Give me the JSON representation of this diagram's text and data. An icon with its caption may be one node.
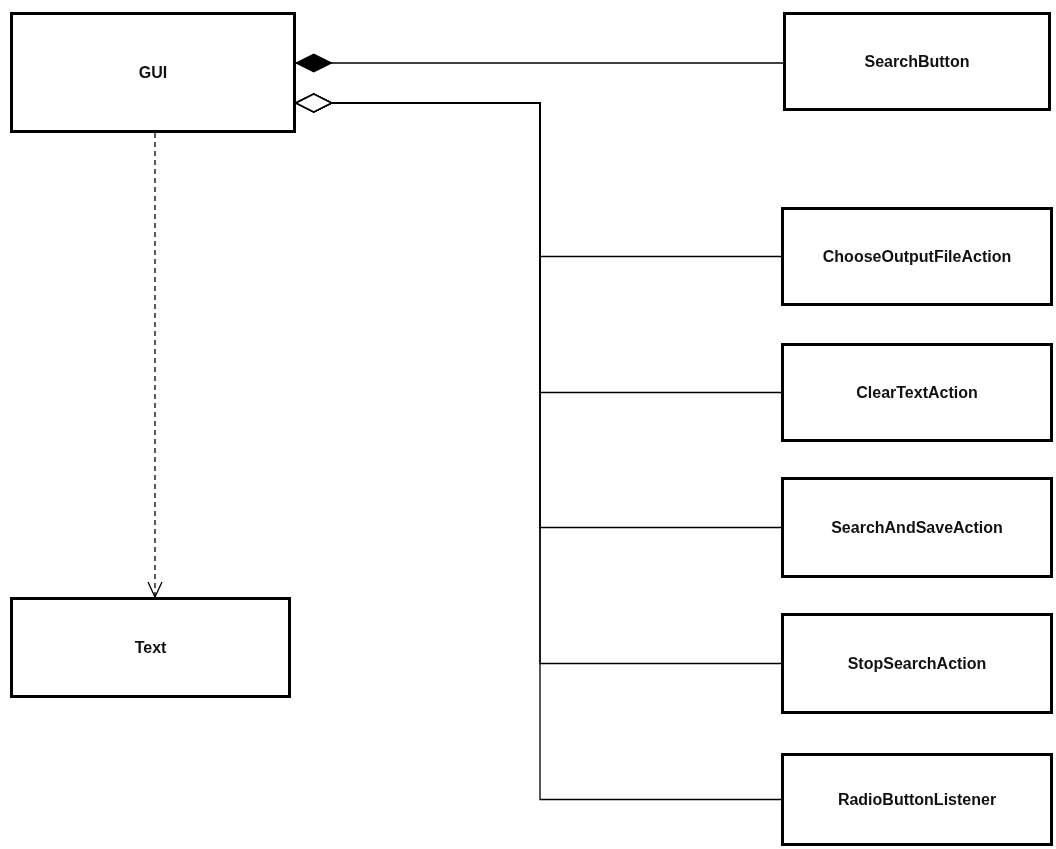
{
  "diagram": {
    "nodes": [
      {
        "text": [
          "GUI"
        ]
      },
      {
        "text": [
          "SearchButton"
        ]
      },
      {
        "text": [
          "ChooseOutputFileAction"
        ]
      },
      {
        "text": [
          "ClearTextAction"
        ]
      },
      {
        "text": [
          "SearchAndSaveAction"
        ]
      },
      {
        "text": [
          "StopSearchAction"
        ]
      },
      {
        "text": [
          "RadioButtonListener"
        ]
      },
      {
        "text": [
          "Text"
        ]
      }
    ],
    "edges": [
      {
        "from": 0,
        "to": 1,
        "arrow": "other"
      },
      {
        "from": 0,
        "to": 2,
        "arrow": "other"
      },
      {
        "from": 0,
        "to": 3,
        "arrow": "other"
      },
      {
        "from": 0,
        "to": 4,
        "arrow": "other"
      },
      {
        "from": 0,
        "to": 5,
        "arrow": "other"
      },
      {
        "from": 0,
        "to": 6,
        "arrow": "other"
      },
      {
        "from": 0,
        "to": 7,
        "arrow": "to",
        "style": "dashed"
      }
    ]
  }
}
